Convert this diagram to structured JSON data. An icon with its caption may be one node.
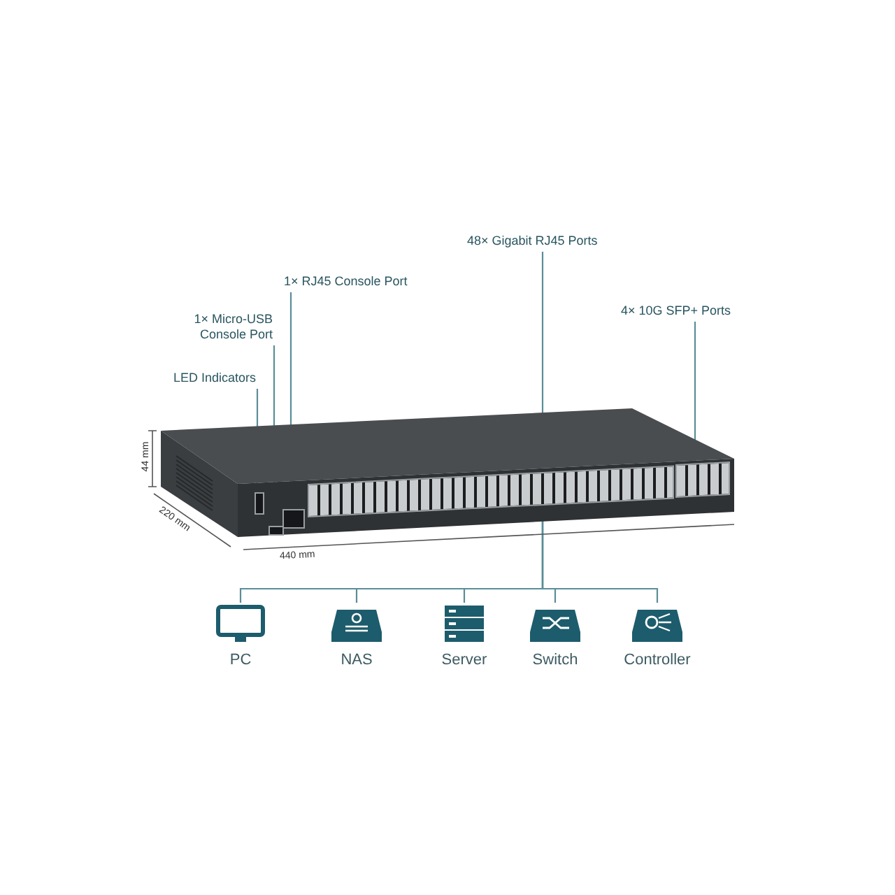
{
  "diagram": {
    "nodes": [
      {
        "text": [],
        "shape": "picture"
      },
      {
        "text": [
          "LED Indicators"
        ]
      },
      {
        "text": [],
        "shape": "box"
      },
      {
        "text": [
          "1× Micro-USB Console Port"
        ]
      },
      {
        "text": [],
        "shape": "box"
      },
      {
        "text": [
          "1× RJ45 Console Port"
        ]
      },
      {
        "text": [],
        "shape": "box"
      },
      {
        "text": [
          "48× Gigabit RJ45 Ports"
        ]
      },
      {
        "text": [],
        "shape": "box"
      },
      {
        "text": [
          "4× 10G SFP+ Ports"
        ]
      },
      {
        "text": [],
        "shape": "box"
      },
      {
        "text": [
          "PC"
        ]
      },
      {
        "text": [
          "NAS"
        ]
      },
      {
        "text": [
          "Server"
        ]
      },
      {
        "text": [
          "Switch"
        ]
      },
      {
        "text": [
          "Controller"
        ]
      }
    ],
    "edges": [
      {
        "from": 1,
        "to": 2,
        "arrow": "none"
      },
      {
        "from": 3,
        "to": 4,
        "arrow": "none"
      },
      {
        "from": 5,
        "to": 6,
        "arrow": "none"
      },
      {
        "from": 7,
        "to": 8,
        "arrow": "none"
      },
      {
        "from": 9,
        "to": 10,
        "arrow": "none"
      },
      {
        "from": 0,
        "to": 11,
        "arrow": "none"
      },
      {
        "from": 0,
        "to": 12,
        "arrow": "none"
      },
      {
        "from": 0,
        "to": 13,
        "arrow": "none"
      },
      {
        "from": 0,
        "to": 14,
        "arrow": "none"
      },
      {
        "from": 0,
        "to": 15,
        "arrow": "none"
      }
    ],
    "labels": [
      "44 mm",
      "220 mm",
      "440 mm"
    ]
  }
}
